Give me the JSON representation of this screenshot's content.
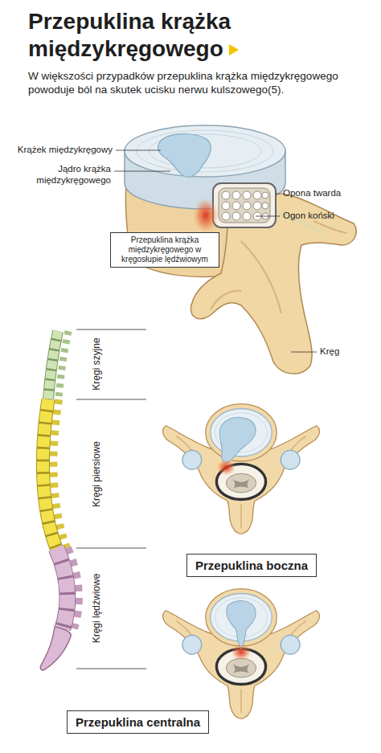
{
  "diagram": {
    "title": "Przepuklina krążka międzykręgowego",
    "nodes": [
      {
        "text": [
          "Przepuklina krążka międzykręgowego w kręgosłupie lędźwiowym"
        ]
      },
      {
        "text": [
          "Przepuklina boczna"
        ]
      },
      {
        "text": [
          "Przepuklina centralna"
        ]
      }
    ],
    "labels": [
      "W większości przypadków przepuklina krążka międzykręgowego powoduje ból na skutek ucisku nerwu kulszowego(5).",
      "Krążek międzykręgowy",
      "Jądro krążka międzykręgowego",
      "Opona twarda",
      "Ogon koński",
      "Kręg",
      "Kręgi szyjne",
      "Kręgi piersiowe",
      "Kręgi lędźwiowe"
    ]
  }
}
